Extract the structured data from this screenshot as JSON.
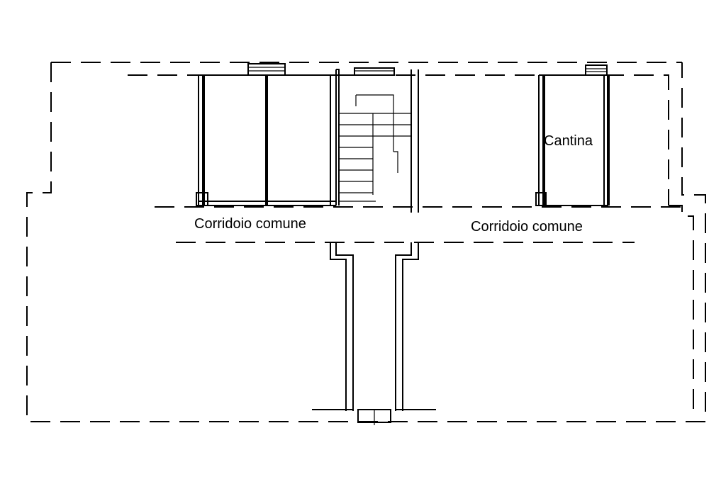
{
  "labels": {
    "corridor_left": "Corridoio comune",
    "corridor_right": "Corridoio comune",
    "cellar": "Cantina"
  },
  "colors": {
    "background": "#ffffff",
    "ink": "#000000"
  }
}
